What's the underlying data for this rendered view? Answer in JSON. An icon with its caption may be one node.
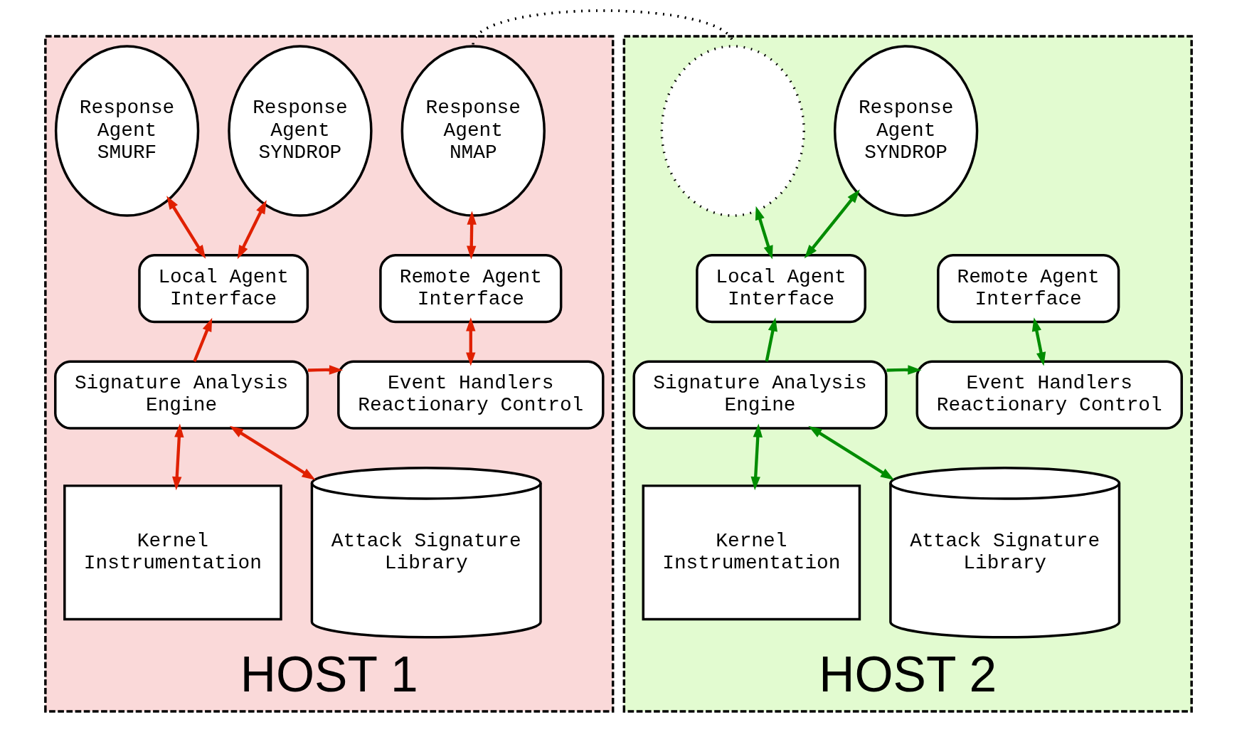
{
  "diagram": {
    "nodes": [
      {
        "text": [
          "HOST 1"
        ]
      },
      {
        "text": [
          "Response Agent SMURF"
        ],
        "in": 0
      },
      {
        "text": [
          "Response Agent SYNDROP"
        ],
        "in": 0
      },
      {
        "text": [
          "Response Agent NMAP"
        ],
        "in": 0
      },
      {
        "text": [
          "Local Agent Interface"
        ],
        "in": 0
      },
      {
        "text": [
          "Remote Agent Interface"
        ],
        "in": 0
      },
      {
        "text": [
          "Signature Analysis Engine"
        ],
        "in": 0
      },
      {
        "text": [
          "Event Handlers Reactionary Control"
        ],
        "in": 0
      },
      {
        "text": [
          "Kernel Instrumentation"
        ],
        "in": 0
      },
      {
        "text": [
          "Attack Signature Library"
        ],
        "in": 0
      },
      {
        "text": [
          "HOST 2"
        ]
      },
      {
        "text": [],
        "shape": "circle",
        "in": 10
      },
      {
        "text": [
          "Response Agent SYNDROP"
        ],
        "in": 10
      },
      {
        "text": [
          "Local Agent Interface"
        ],
        "in": 10
      },
      {
        "text": [
          "Remote Agent Interface"
        ],
        "in": 10
      },
      {
        "text": [
          "Signature Analysis Engine"
        ],
        "in": 10
      },
      {
        "text": [
          "Event Handlers Reactionary Control"
        ],
        "in": 10
      },
      {
        "text": [
          "Kernel Instrumentation"
        ],
        "in": 10
      },
      {
        "text": [
          "Attack Signature Library"
        ],
        "in": 10
      }
    ],
    "edges": [
      {
        "from": 1,
        "to": 4,
        "arrow": "both"
      },
      {
        "from": 2,
        "to": 4,
        "arrow": "both"
      },
      {
        "from": 3,
        "to": 5,
        "arrow": "both"
      },
      {
        "from": 6,
        "to": 4,
        "arrow": "to"
      },
      {
        "from": 5,
        "to": 7,
        "arrow": "both"
      },
      {
        "from": 6,
        "to": 7,
        "arrow": "to"
      },
      {
        "from": 6,
        "to": 8,
        "arrow": "both"
      },
      {
        "from": 6,
        "to": 9,
        "arrow": "both"
      },
      {
        "from": 11,
        "to": 13,
        "arrow": "both",
        "color": "#008c00"
      },
      {
        "from": 12,
        "to": 13,
        "arrow": "both",
        "color": "#008c00"
      },
      {
        "from": 15,
        "to": 13,
        "arrow": "to",
        "color": "#008c00"
      },
      {
        "from": 14,
        "to": 16,
        "arrow": "both",
        "color": "#008c00"
      },
      {
        "from": 15,
        "to": 16,
        "arrow": "to",
        "color": "#008c00"
      },
      {
        "from": 15,
        "to": 17,
        "arrow": "both",
        "color": "#008c00"
      },
      {
        "from": 15,
        "to": 18,
        "arrow": "both",
        "color": "#008c00"
      },
      {
        "from": 3,
        "to": 11,
        "arrow": "none",
        "style": "dashed",
        "color": "#000000"
      }
    ]
  }
}
